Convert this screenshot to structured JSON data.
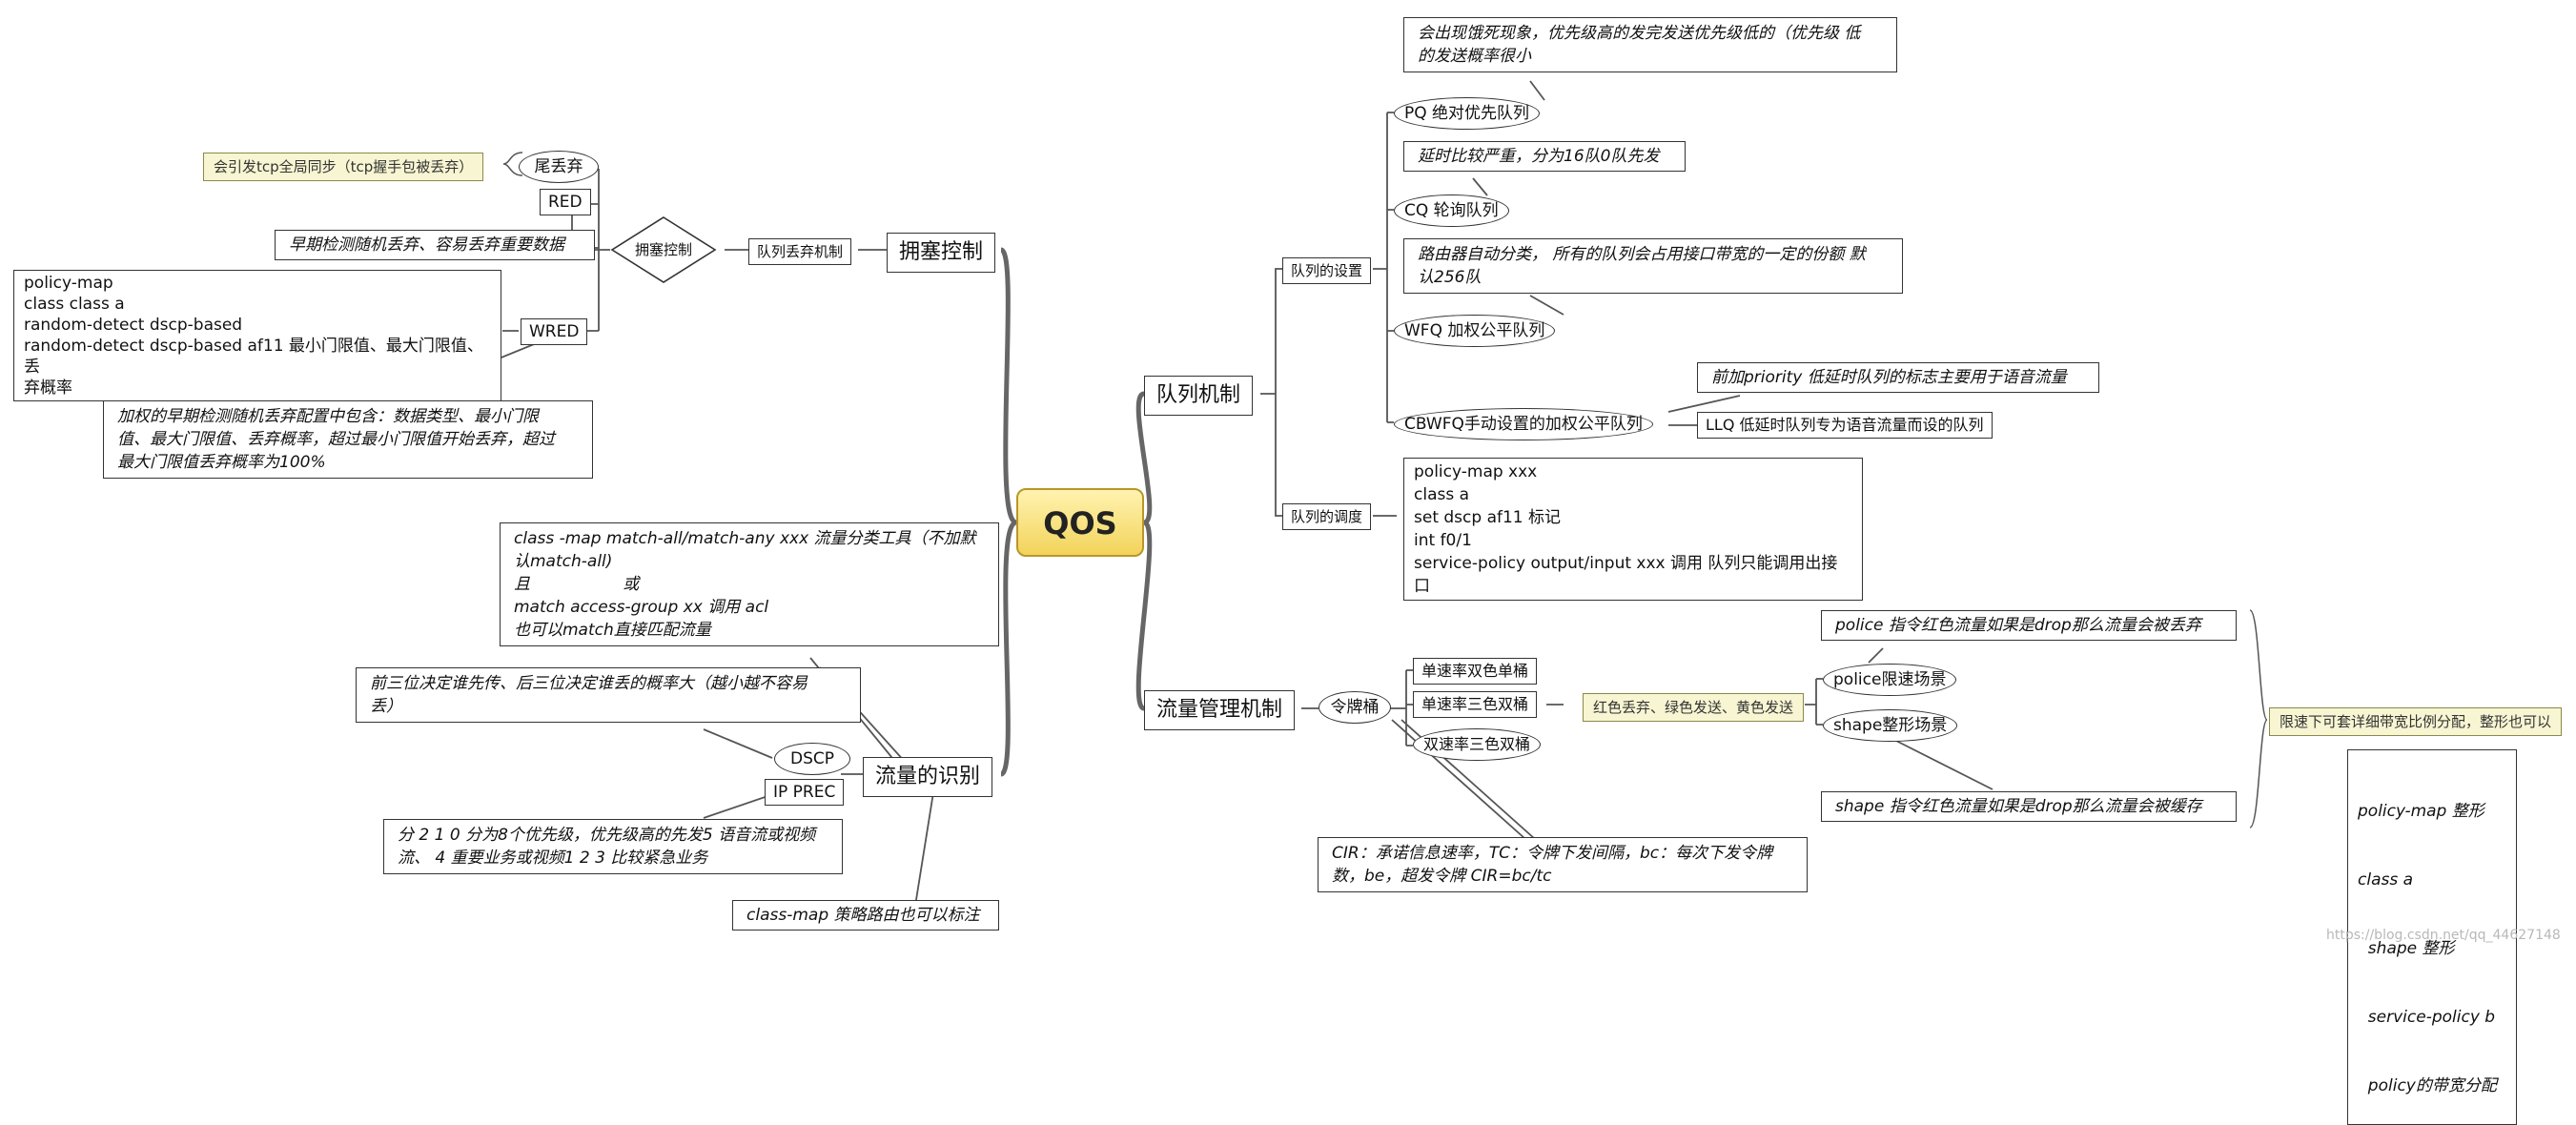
{
  "center": "QOS",
  "congestion": {
    "title": "拥塞控制",
    "queue_drop": "队列丢弃机制",
    "diamond": "拥塞控制",
    "tail_drop": "尾丢弃",
    "tail_note": "会引发tcp全局同步（tcp握手包被丢弃）",
    "red": "RED",
    "red_desc": "早期检测随机丢弃、容易丢弃重要数据",
    "wred": "WRED",
    "wred_config": [
      "policy-map",
      "class class a",
      "random-detect dscp-based",
      "random-detect dscp-based af11 最小门限值、最大门限值、丢",
      "弃概率"
    ],
    "wred_desc": [
      "加权的早期检测随机丢弃配置中包含：数据类型、最小门限",
      "值、最大门限值、丢弃概率，超过最小门限值开始丢弃，超过",
      "最大门限值丢弃概率为100%"
    ]
  },
  "identify": {
    "title": "流量的识别",
    "class_map": [
      "class -map match-all/match-any xxx 流量分类工具（不加默",
      "认match-all)",
      "且                  或",
      "match access-group xx 调用 acl",
      "也可以match直接匹配流量"
    ],
    "dscp_desc": [
      "前三位决定谁先传、后三位决定谁丢的概率大（越小越不容易",
      "丢）"
    ],
    "dscp": "DSCP",
    "ip_prec": "IP PREC",
    "prec_desc": [
      "分 2 1 0 分为8个优先级，优先级高的先发5 语音流或视频",
      "流、 4 重要业务或视频1 2 3 比较紧急业务"
    ],
    "class_map_policy": "class-map 策略路由也可以标注"
  },
  "queue": {
    "title": "队列机制",
    "setting": "队列的设置",
    "pq_note": [
      "会出现饿死现象，优先级高的发完发送优先级低的（优先级 低",
      "的发送概率很小"
    ],
    "pq": "PQ 绝对优先队列",
    "cq_note": "延时比较严重，分为16队0队先发",
    "cq": "CQ 轮询队列",
    "wfq_note": [
      "路由器自动分类， 所有的队列会占用接口带宽的一定的份额 默",
      "认256队"
    ],
    "wfq": "WFQ 加权公平队列",
    "cbwfq": "CBWFQ手动设置的加权公平队列",
    "llq_note": "前加priority 低延时队列的标志主要用于语音流量",
    "llq": "LLQ 低延时队列专为语音流量而设的队列",
    "schedule": "队列的调度",
    "schedule_config": [
      "policy-map xxx",
      "class a",
      "set dscp af11    标记",
      "int f0/1",
      "service-policy output/input xxx  调用 队列只能调用出接口"
    ]
  },
  "flow": {
    "title": "流量管理机制",
    "token": "令牌桶",
    "single_dual": "单速率双色单桶",
    "single_three": "单速率三色双桶",
    "dual_three": "双速率三色双桶",
    "color_note": "红色丢弃、绿色发送、黄色发送",
    "police_note": "police 指令红色流量如果是drop那么流量会被丢弃",
    "police": "police限速场景",
    "shape": "shape整形场景",
    "shape_note": "shape 指令红色流量如果是drop那么流量会被缓存",
    "limit_note": "限速下可套详细带宽比例分配，整形也可以",
    "policy_shape": [
      "policy-map 整形",
      "class a",
      "  shape 整形",
      "  service-policy b",
      "  policy的带宽分配"
    ],
    "cir": [
      "CIR：承诺信息速率，TC：令牌下发间隔，bc：每次下发令牌",
      "数，be，超发令牌 CIR=bc/tc"
    ]
  },
  "watermark": "https://blog.csdn.net/qq_44627148"
}
